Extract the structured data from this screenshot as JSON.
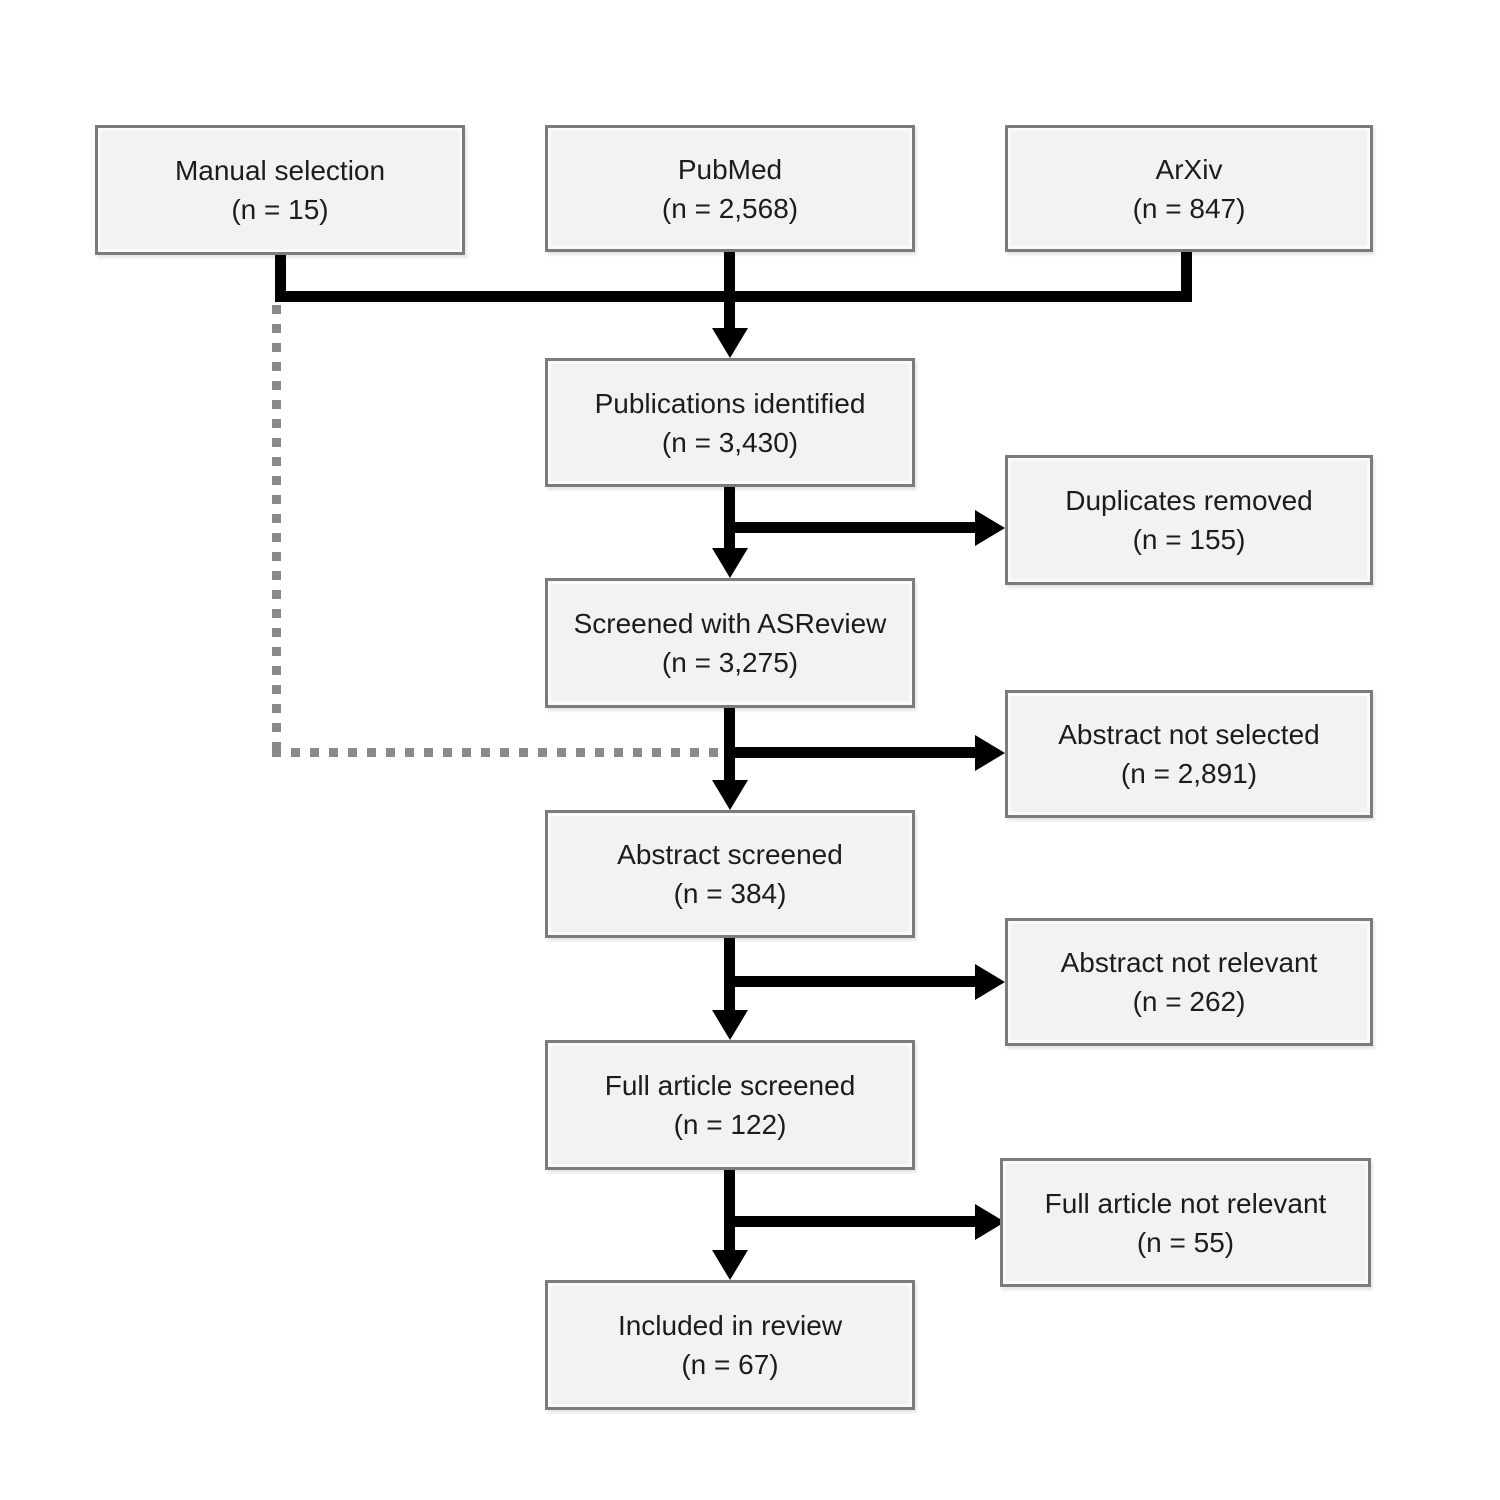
{
  "diagram_type": "prisma-flowchart",
  "boxes": {
    "manual_selection": {
      "label": "Manual selection",
      "count": "(n = 15)"
    },
    "pubmed": {
      "label": "PubMed",
      "count": "(n = 2,568)"
    },
    "arxiv": {
      "label": "ArXiv",
      "count": "(n = 847)"
    },
    "publications_identified": {
      "label": "Publications identified",
      "count": "(n = 3,430)"
    },
    "duplicates_removed": {
      "label": "Duplicates removed",
      "count": "(n = 155)"
    },
    "screened_asreview": {
      "label": "Screened with ASReview",
      "count": "(n = 3,275)"
    },
    "abstract_not_selected": {
      "label": "Abstract not selected",
      "count": "(n = 2,891)"
    },
    "abstract_screened": {
      "label": "Abstract screened",
      "count": "(n = 384)"
    },
    "abstract_not_relevant": {
      "label": "Abstract not relevant",
      "count": "(n = 262)"
    },
    "full_article_screened": {
      "label": "Full article screened",
      "count": "(n = 122)"
    },
    "full_article_not_relevant": {
      "label": "Full article not relevant",
      "count": "(n = 55)"
    },
    "included_in_review": {
      "label": "Included in review",
      "count": "(n = 67)"
    }
  },
  "colors": {
    "box_fill": "#f2f2f2",
    "box_border": "#7b7b7b",
    "arrow": "#000000",
    "dotted": "#8a8a8a",
    "text": "#1c1c1c",
    "bg": "#ffffff"
  }
}
